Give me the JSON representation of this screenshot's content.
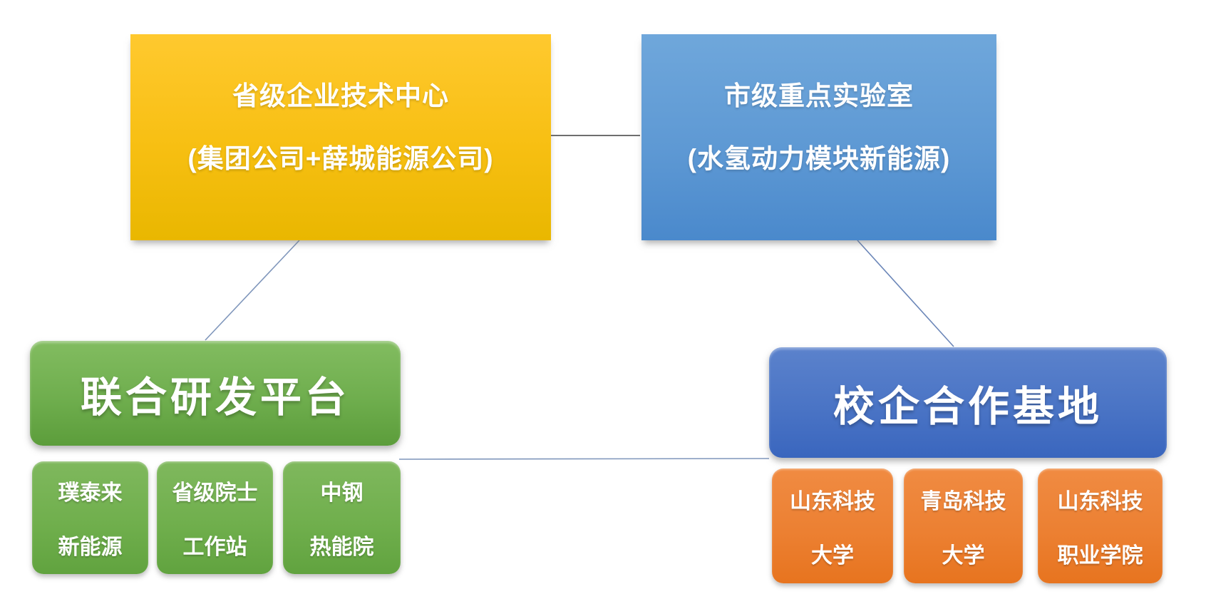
{
  "diagram": {
    "text_color": "#FFFFFF",
    "top_row": {
      "provincial_center": {
        "line1": "省级企业技术中心",
        "line2": "(集团公司+薛城能源公司)",
        "fill_top": "#FFC92F",
        "fill_bottom": "#E9B700"
      },
      "municipal_lab": {
        "line1": "市级重点实验室",
        "line2": "(水氢动力模块新能源)",
        "fill_top": "#6FA7DB",
        "fill_bottom": "#4A89CC"
      }
    },
    "left_group": {
      "platform": {
        "label": "联合研发平台",
        "fill_top": "#82BC60",
        "fill_bottom": "#5C9D3B"
      },
      "members": [
        {
          "line1": "璞泰来",
          "line2": "新能源"
        },
        {
          "line1": "省级院士",
          "line2": "工作站"
        },
        {
          "line1": "中钢",
          "line2": "热能院"
        }
      ],
      "member_fill_top": "#7FB85D",
      "member_fill_bottom": "#61A33F"
    },
    "right_group": {
      "platform": {
        "label": "校企合作基地",
        "fill_top": "#5B82CC",
        "fill_bottom": "#3A66BE"
      },
      "members": [
        {
          "line1": "山东科技",
          "line2": "大学"
        },
        {
          "line1": "青岛科技",
          "line2": "大学"
        },
        {
          "line1": "山东科技",
          "line2": "职业学院"
        }
      ],
      "member_fill_top": "#F08B42",
      "member_fill_bottom": "#E7741F"
    },
    "connector_colors": {
      "top_link": "#3F3F3F",
      "diagonal_links": "#7F96BB"
    }
  }
}
